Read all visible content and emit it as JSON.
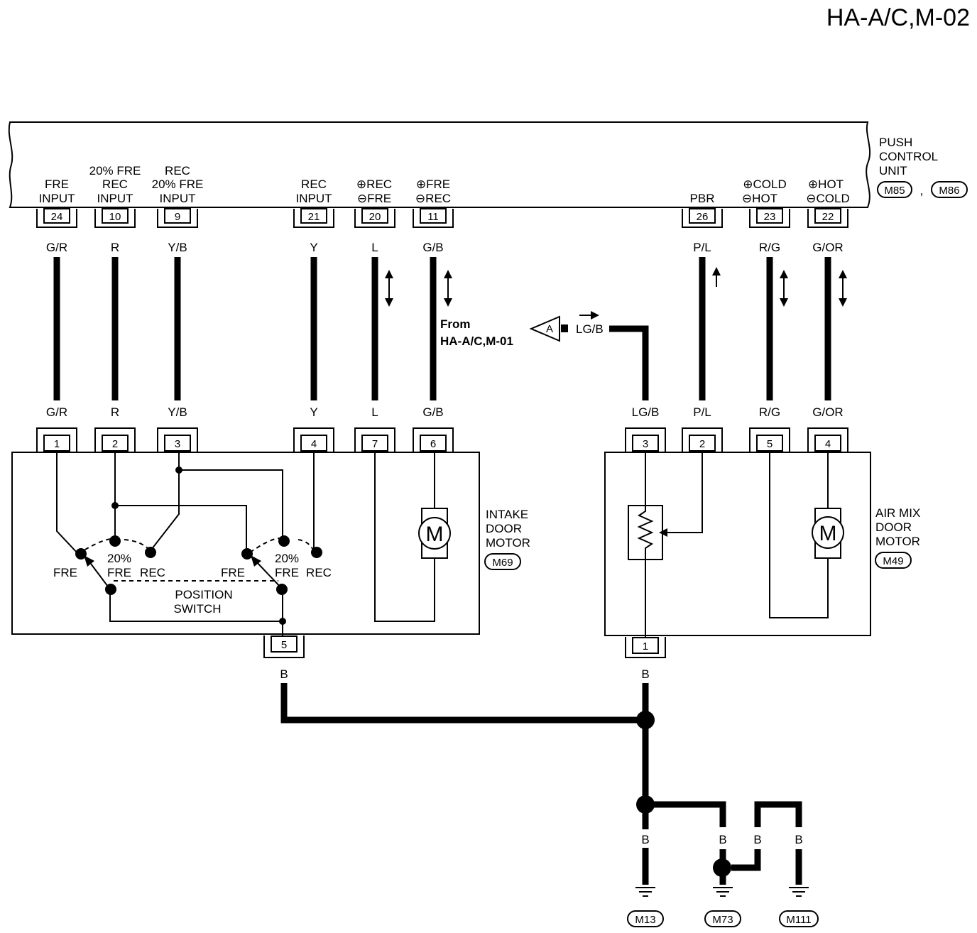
{
  "title": "HA-A/C,M-02",
  "push_control_unit": {
    "name_lines": [
      "PUSH",
      "CONTROL",
      "UNIT"
    ],
    "connectors": [
      "M85",
      "M86"
    ],
    "separator": ","
  },
  "pcu_pins": [
    {
      "pin": "24",
      "label_lines": [
        "FRE",
        "INPUT"
      ],
      "wire": "G/R"
    },
    {
      "pin": "10",
      "label_lines": [
        "20% FRE",
        "REC",
        "INPUT"
      ],
      "wire": "R"
    },
    {
      "pin": "9",
      "label_lines": [
        "REC",
        "20% FRE",
        "INPUT"
      ],
      "wire": "Y/B"
    },
    {
      "pin": "21",
      "label_lines": [
        "REC",
        "INPUT"
      ],
      "wire": "Y"
    },
    {
      "pin": "20",
      "label_lines": [
        "⊕REC",
        "⊖FRE"
      ],
      "wire": "L"
    },
    {
      "pin": "11",
      "label_lines": [
        "⊕FRE",
        "⊖REC"
      ],
      "wire": "G/B"
    },
    {
      "pin": "26",
      "label_lines": [
        "PBR"
      ],
      "wire": "P/L"
    },
    {
      "pin": "23",
      "label_lines": [
        "⊕COLD",
        "⊖HOT"
      ],
      "wire": "R/G"
    },
    {
      "pin": "22",
      "label_lines": [
        "⊕HOT",
        "⊖COLD"
      ],
      "wire": "G/OR"
    }
  ],
  "intake_motor": {
    "name_lines": [
      "INTAKE",
      "DOOR",
      "MOTOR"
    ],
    "connector": "M69",
    "pins": [
      {
        "pin": "1",
        "wire": "G/R"
      },
      {
        "pin": "2",
        "wire": "R"
      },
      {
        "pin": "3",
        "wire": "Y/B"
      },
      {
        "pin": "4",
        "wire": "Y"
      },
      {
        "pin": "7",
        "wire": "L"
      },
      {
        "pin": "6",
        "wire": "G/B"
      }
    ],
    "ground_pin": "5",
    "ground_wire": "B",
    "switch_labels": {
      "left_fre": "FRE",
      "left_20": "20%",
      "left_20_fre": "FRE",
      "left_rec": "REC",
      "right_fre": "FRE",
      "right_20": "20%",
      "right_20_fre": "FRE",
      "right_rec": "REC"
    },
    "position_switch_lines": [
      "POSITION",
      "SWITCH"
    ],
    "motor_symbol": "M"
  },
  "air_mix_motor": {
    "name_lines": [
      "AIR MIX",
      "DOOR",
      "MOTOR"
    ],
    "connector": "M49",
    "pins": [
      {
        "pin": "3",
        "wire": "LG/B"
      },
      {
        "pin": "2",
        "wire": "P/L"
      },
      {
        "pin": "5",
        "wire": "R/G"
      },
      {
        "pin": "4",
        "wire": "G/OR"
      }
    ],
    "ground_pin": "1",
    "ground_wire": "B",
    "motor_symbol": "M"
  },
  "from_reference": {
    "lines": [
      "From",
      "HA-A/C,M-01"
    ],
    "connector_letter": "A",
    "wire": "LG/B"
  },
  "grounds": [
    {
      "connector": "M13",
      "wire": "B"
    },
    {
      "connector": "M73",
      "wire": "B"
    },
    {
      "connector": "M111",
      "wire": "B"
    }
  ],
  "extra_ground_wire": "B"
}
